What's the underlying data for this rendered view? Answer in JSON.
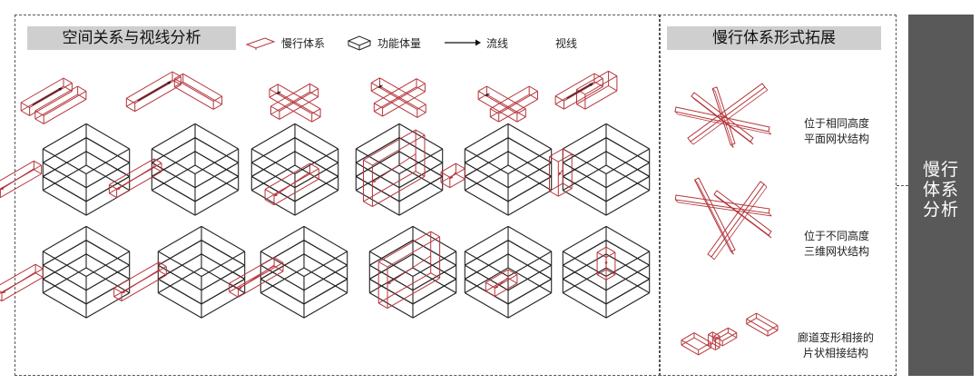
{
  "panels": {
    "left_title": "空间关系与视线分析",
    "right_title": "慢行体系形式拓展"
  },
  "legend": {
    "slow_system": "慢行体系",
    "function_volume": "功能体量",
    "flow_line": "流线",
    "sight_line": "视线"
  },
  "extensions": [
    {
      "line1": "位于相同高度",
      "line2": "平面网状结构"
    },
    {
      "line1": "位于不同高度",
      "line2": "三维网状结构"
    },
    {
      "line1": "廊道变形相接的",
      "line2": "片状相接结构"
    }
  ],
  "sidebar": {
    "line1": "慢行",
    "line2": "体系",
    "line3": "分析"
  },
  "colors": {
    "red_line": "#b5343a",
    "dark_line": "#222222",
    "title_bg": "#cfcfcf",
    "sidebar_bg": "#595959"
  }
}
